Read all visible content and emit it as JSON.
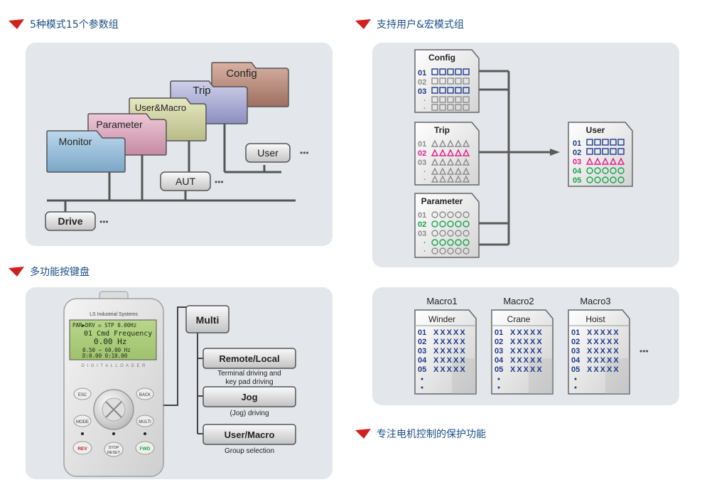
{
  "sections": {
    "modes": "5种模式15个参数组",
    "user_macro": "支持用户&宏模式组",
    "keypad": "多功能按键盘",
    "protection": "专注电机控制的保护功能"
  },
  "modes_diagram": {
    "folders": [
      "Monitor",
      "Parameter",
      "User&Macro",
      "Trip",
      "Config"
    ],
    "groups": {
      "user": "User",
      "aut": "AUT",
      "drive": "Drive"
    },
    "ellipsis": "•••"
  },
  "user_macro_diagram": {
    "config": {
      "title": "Config",
      "rows": [
        "01",
        "02",
        "03",
        "·",
        "·"
      ]
    },
    "trip": {
      "title": "Trip",
      "rows": [
        "01",
        "02",
        "03",
        "·",
        "·"
      ]
    },
    "parameter": {
      "title": "Parameter",
      "rows": [
        "01",
        "02",
        "03",
        "·",
        "·"
      ]
    },
    "user": {
      "title": "User",
      "rows": [
        "01",
        "02",
        "03",
        "04",
        "05"
      ]
    }
  },
  "keypad": {
    "brand": "LS Industrial Systems",
    "lcd": {
      "line1": "PAR▶DRV ☒ STP  0.00Hz",
      "line2": "01 Cmd Frequency",
      "line3": "0.00 Hz",
      "line4": "0.50 ~ 60.00 Hz",
      "line5": "D:0.00      0:10.00"
    },
    "loader_label": "D I G I T A L   L O A D E R",
    "buttons": {
      "esc": "ESC",
      "back": "BACK",
      "mode": "MODE",
      "multi": "MULTI",
      "rev": "REV",
      "stop": "STOP",
      "reset": "RESET",
      "fwd": "FWD"
    },
    "multi_label": "Multi",
    "functions": [
      {
        "title": "Remote/Local",
        "desc1": "Terminal driving and",
        "desc2": "key pad driving"
      },
      {
        "title": "Jog",
        "desc1": "(Jog) driving",
        "desc2": ""
      },
      {
        "title": "User/Macro",
        "desc1": "Group selection",
        "desc2": ""
      }
    ]
  },
  "macros": [
    {
      "label": "Macro1",
      "name": "Winder",
      "rows": [
        "01",
        "02",
        "03",
        "04",
        "05"
      ],
      "values": "XXXXX"
    },
    {
      "label": "Macro2",
      "name": "Crane",
      "rows": [
        "01",
        "02",
        "03",
        "04",
        "05"
      ],
      "values": "XXXXX"
    },
    {
      "label": "Macro3",
      "name": "Hoist",
      "rows": [
        "01",
        "02",
        "03",
        "04",
        "05"
      ],
      "values": "XXXXX"
    }
  ],
  "colors": {
    "title_blue": "#1c4f86",
    "accent_red": "#d02020",
    "navy": "#1e3a8a",
    "magenta": "#e0208c",
    "green": "#16a34a",
    "gray": "#8c8c8c"
  }
}
